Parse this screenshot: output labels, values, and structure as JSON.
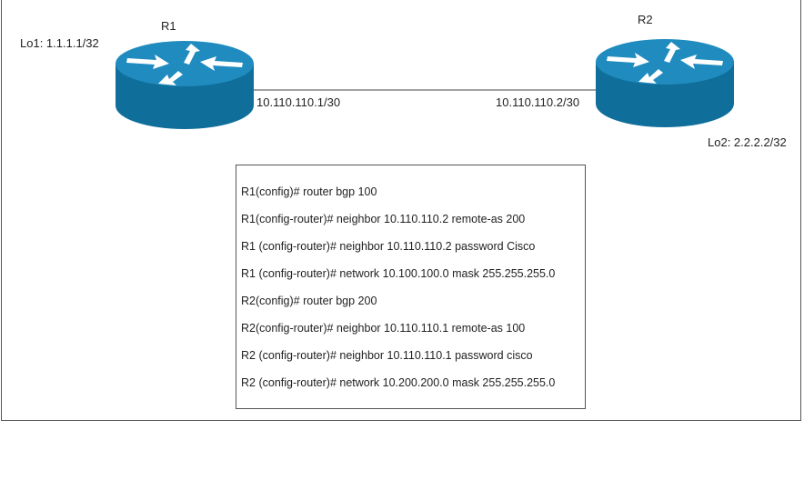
{
  "routers": [
    {
      "name": "R1",
      "loopback": "Lo1: 1.1.1.1/32",
      "interface_ip": "10.110.110.1/30",
      "icon": "router-icon"
    },
    {
      "name": "R2",
      "loopback": "Lo2: 2.2.2.2/32",
      "interface_ip": "10.110.110.2/30",
      "icon": "router-icon"
    }
  ],
  "colors": {
    "router_body": "#0f6e9a",
    "router_top": "#1f8bbf",
    "router_arrow": "#ffffff"
  },
  "config_lines": [
    "R1(config)# router bgp 100",
    "R1(config-router)# neighbor 10.110.110.2 remote-as 200",
    "R1 (config-router)# neighbor 10.110.110.2 password Cisco",
    "R1 (config-router)# network 10.100.100.0 mask 255.255.255.0",
    "R2(config)# router bgp 200",
    "R2(config-router)# neighbor 10.110.110.1 remote-as 100",
    "R2 (config-router)# neighbor 10.110.110.1 password cisco",
    "R2 (config-router)# network 10.200.200.0 mask 255.255.255.0"
  ]
}
